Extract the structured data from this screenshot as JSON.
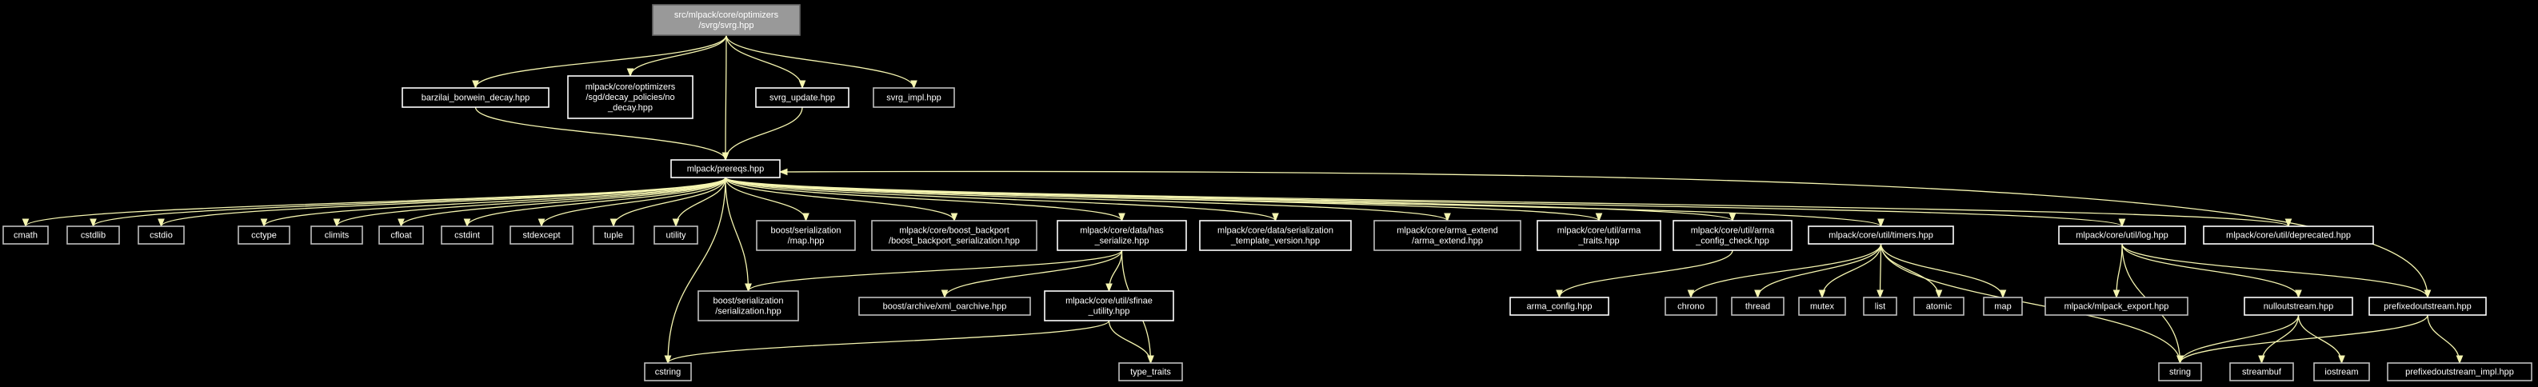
{
  "colors": {
    "background": "#000000",
    "edge": "#f5f5b0",
    "root_fill": "#999999",
    "root_stroke": "#666666",
    "root_text": "#ffffff",
    "linked_stroke": "#ffffff",
    "plain_stroke": "#bfbfbf",
    "text": "#ffffff"
  },
  "nodes": [
    {
      "id": "svrg",
      "lines": [
        "src/mlpack/core/optimizers",
        "/svrg/svrg.hpp"
      ],
      "kind": "root"
    },
    {
      "id": "barzilai",
      "lines": [
        "barzilai_borwein_decay.hpp"
      ],
      "kind": "linked"
    },
    {
      "id": "nodecay",
      "lines": [
        "mlpack/core/optimizers",
        "/sgd/decay_policies/no",
        "_decay.hpp"
      ],
      "kind": "linked"
    },
    {
      "id": "svrg_update",
      "lines": [
        "svrg_update.hpp"
      ],
      "kind": "linked"
    },
    {
      "id": "svrg_impl",
      "lines": [
        "svrg_impl.hpp"
      ],
      "kind": "plain"
    },
    {
      "id": "prereqs",
      "lines": [
        "mlpack/prereqs.hpp"
      ],
      "kind": "linked"
    },
    {
      "id": "cmath",
      "lines": [
        "cmath"
      ],
      "kind": "plain"
    },
    {
      "id": "cstdlib",
      "lines": [
        "cstdlib"
      ],
      "kind": "plain"
    },
    {
      "id": "cstdio",
      "lines": [
        "cstdio"
      ],
      "kind": "plain"
    },
    {
      "id": "cctype",
      "lines": [
        "cctype"
      ],
      "kind": "plain"
    },
    {
      "id": "climits",
      "lines": [
        "climits"
      ],
      "kind": "plain"
    },
    {
      "id": "cfloat",
      "lines": [
        "cfloat"
      ],
      "kind": "plain"
    },
    {
      "id": "cstdint",
      "lines": [
        "cstdint"
      ],
      "kind": "plain"
    },
    {
      "id": "stdexcept",
      "lines": [
        "stdexcept"
      ],
      "kind": "plain"
    },
    {
      "id": "tuple",
      "lines": [
        "tuple"
      ],
      "kind": "plain"
    },
    {
      "id": "utility",
      "lines": [
        "utility"
      ],
      "kind": "plain"
    },
    {
      "id": "boost_map",
      "lines": [
        "boost/serialization",
        "/map.hpp"
      ],
      "kind": "plain"
    },
    {
      "id": "boost_backport",
      "lines": [
        "mlpack/core/boost_backport",
        "/boost_backport_serialization.hpp"
      ],
      "kind": "plain"
    },
    {
      "id": "has_serialize",
      "lines": [
        "mlpack/core/data/has",
        "_serialize.hpp"
      ],
      "kind": "linked"
    },
    {
      "id": "ser_template",
      "lines": [
        "mlpack/core/data/serialization",
        "_template_version.hpp"
      ],
      "kind": "linked"
    },
    {
      "id": "arma_extend",
      "lines": [
        "mlpack/core/arma_extend",
        "/arma_extend.hpp"
      ],
      "kind": "plain"
    },
    {
      "id": "arma_traits",
      "lines": [
        "mlpack/core/util/arma",
        "_traits.hpp"
      ],
      "kind": "linked"
    },
    {
      "id": "arma_config_check",
      "lines": [
        "mlpack/core/util/arma",
        "_config_check.hpp"
      ],
      "kind": "linked"
    },
    {
      "id": "timers",
      "lines": [
        "mlpack/core/util/timers.hpp"
      ],
      "kind": "linked"
    },
    {
      "id": "log",
      "lines": [
        "mlpack/core/util/log.hpp"
      ],
      "kind": "linked"
    },
    {
      "id": "deprecated",
      "lines": [
        "mlpack/core/util/deprecated.hpp"
      ],
      "kind": "linked"
    },
    {
      "id": "boost_ser",
      "lines": [
        "boost/serialization",
        "/serialization.hpp"
      ],
      "kind": "plain"
    },
    {
      "id": "xml_oarchive",
      "lines": [
        "boost/archive/xml_oarchive.hpp"
      ],
      "kind": "plain"
    },
    {
      "id": "sfinae",
      "lines": [
        "mlpack/core/util/sfinae",
        "_utility.hpp"
      ],
      "kind": "linked"
    },
    {
      "id": "arma_config",
      "lines": [
        "arma_config.hpp"
      ],
      "kind": "linked"
    },
    {
      "id": "chrono",
      "lines": [
        "chrono"
      ],
      "kind": "plain"
    },
    {
      "id": "thread",
      "lines": [
        "thread"
      ],
      "kind": "plain"
    },
    {
      "id": "mutex",
      "lines": [
        "mutex"
      ],
      "kind": "plain"
    },
    {
      "id": "list",
      "lines": [
        "list"
      ],
      "kind": "plain"
    },
    {
      "id": "atomic",
      "lines": [
        "atomic"
      ],
      "kind": "plain"
    },
    {
      "id": "map",
      "lines": [
        "map"
      ],
      "kind": "plain"
    },
    {
      "id": "mlpack_export",
      "lines": [
        "mlpack/mlpack_export.hpp"
      ],
      "kind": "plain"
    },
    {
      "id": "nulloutstream",
      "lines": [
        "nulloutstream.hpp"
      ],
      "kind": "linked"
    },
    {
      "id": "prefixedoutstream",
      "lines": [
        "prefixedoutstream.hpp"
      ],
      "kind": "linked"
    },
    {
      "id": "cstring",
      "lines": [
        "cstring"
      ],
      "kind": "plain"
    },
    {
      "id": "type_traits",
      "lines": [
        "type_traits"
      ],
      "kind": "plain"
    },
    {
      "id": "string",
      "lines": [
        "string"
      ],
      "kind": "plain"
    },
    {
      "id": "streambuf",
      "lines": [
        "streambuf"
      ],
      "kind": "plain"
    },
    {
      "id": "iostream",
      "lines": [
        "iostream"
      ],
      "kind": "plain"
    },
    {
      "id": "prefixed_impl",
      "lines": [
        "prefixedoutstream_impl.hpp"
      ],
      "kind": "plain"
    }
  ],
  "edges": [
    [
      "svrg",
      "barzilai"
    ],
    [
      "svrg",
      "nodecay"
    ],
    [
      "svrg",
      "svrg_update"
    ],
    [
      "svrg",
      "svrg_impl"
    ],
    [
      "svrg",
      "prereqs"
    ],
    [
      "barzilai",
      "prereqs"
    ],
    [
      "svrg_update",
      "prereqs"
    ],
    [
      "prereqs",
      "cmath"
    ],
    [
      "prereqs",
      "cstdlib"
    ],
    [
      "prereqs",
      "cstdio"
    ],
    [
      "prereqs",
      "cctype"
    ],
    [
      "prereqs",
      "climits"
    ],
    [
      "prereqs",
      "cfloat"
    ],
    [
      "prereqs",
      "cstdint"
    ],
    [
      "prereqs",
      "stdexcept"
    ],
    [
      "prereqs",
      "tuple"
    ],
    [
      "prereqs",
      "utility"
    ],
    [
      "prereqs",
      "boost_map"
    ],
    [
      "prereqs",
      "boost_backport"
    ],
    [
      "prereqs",
      "has_serialize"
    ],
    [
      "prereqs",
      "ser_template"
    ],
    [
      "prereqs",
      "arma_extend"
    ],
    [
      "prereqs",
      "arma_traits"
    ],
    [
      "prereqs",
      "arma_config_check"
    ],
    [
      "prereqs",
      "timers"
    ],
    [
      "prereqs",
      "log"
    ],
    [
      "prereqs",
      "deprecated"
    ],
    [
      "prereqs",
      "boost_ser"
    ],
    [
      "prereqs",
      "cstring"
    ],
    [
      "has_serialize",
      "boost_ser"
    ],
    [
      "has_serialize",
      "xml_oarchive"
    ],
    [
      "has_serialize",
      "sfinae"
    ],
    [
      "has_serialize",
      "type_traits"
    ],
    [
      "sfinae",
      "cstring"
    ],
    [
      "sfinae",
      "type_traits"
    ],
    [
      "arma_config_check",
      "arma_config"
    ],
    [
      "timers",
      "chrono"
    ],
    [
      "timers",
      "thread"
    ],
    [
      "timers",
      "mutex"
    ],
    [
      "timers",
      "list"
    ],
    [
      "timers",
      "atomic"
    ],
    [
      "timers",
      "map"
    ],
    [
      "timers",
      "string"
    ],
    [
      "log",
      "mlpack_export"
    ],
    [
      "log",
      "nulloutstream"
    ],
    [
      "log",
      "prefixedoutstream"
    ],
    [
      "log",
      "string"
    ],
    [
      "nulloutstream",
      "string"
    ],
    [
      "nulloutstream",
      "streambuf"
    ],
    [
      "nulloutstream",
      "iostream"
    ],
    [
      "prefixedoutstream",
      "string"
    ],
    [
      "prefixedoutstream",
      "prefixed_impl"
    ],
    [
      "prefixedoutstream",
      "prereqs"
    ]
  ]
}
